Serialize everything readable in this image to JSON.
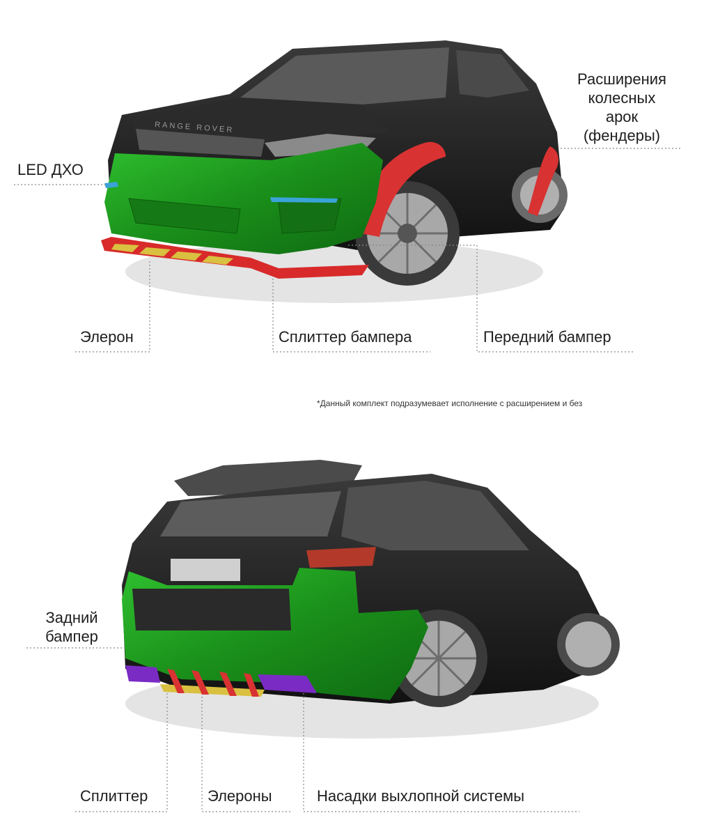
{
  "front": {
    "labels": {
      "fender_lines": [
        "Расширения",
        "колесных",
        "арок",
        "(фендеры)"
      ],
      "led_drl": "LED ДХО",
      "spoiler": "Элерон",
      "bumper_splitter": "Сплиттер бампера",
      "front_bumper": "Передний бампер"
    },
    "plate_text": "RANGE ROVER"
  },
  "note": "*Данный комплект подразумевает исполнение с расширением и без",
  "rear": {
    "labels": {
      "rear_bumper_lines": [
        "Задний",
        "бампер"
      ],
      "splitter": "Сплиттер",
      "spoilers": "Элероны",
      "exhaust_tips": "Насадки выхлопной системы"
    }
  },
  "colors": {
    "bumper_green": "#1f9a1f",
    "splitter_red": "#d92a2a",
    "fin_yellow": "#d9c040",
    "exhaust_purple": "#7a2bc4",
    "drl_blue": "#3aa3d8",
    "car_body": "#1c1c1c",
    "car_ghost": "#bdbdbd"
  }
}
